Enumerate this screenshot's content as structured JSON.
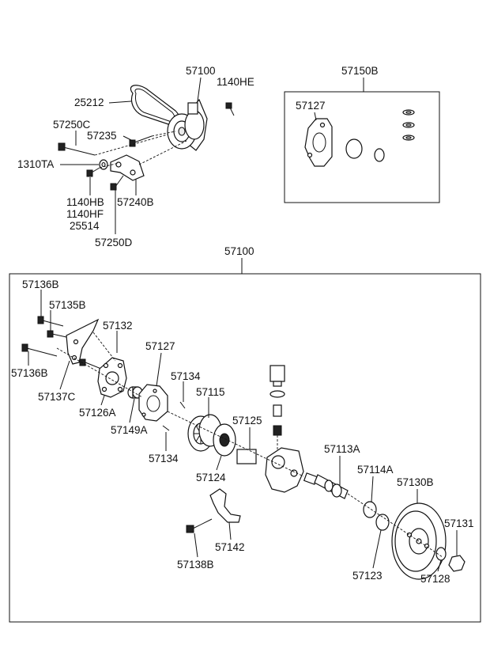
{
  "labels": {
    "top_57100": "57100",
    "top_1140HE": "1140HE",
    "top_25212": "25212",
    "top_57250C": "57250C",
    "top_57235": "57235",
    "top_1310TA": "1310TA",
    "top_1140HB": "1140HB",
    "top_1140HF": "1140HF",
    "top_25514": "25514",
    "top_57240B": "57240B",
    "top_57250D": "57250D",
    "kit_57150B": "57150B",
    "kit_57127": "57127",
    "box_57100": "57100",
    "p_57136B_a": "57136B",
    "p_57135B": "57135B",
    "p_57132": "57132",
    "p_57136B_b": "57136B",
    "p_57137C": "57137C",
    "p_57126A": "57126A",
    "p_57127": "57127",
    "p_57149A": "57149A",
    "p_57134_a": "57134",
    "p_57134_b": "57134",
    "p_57115": "57115",
    "p_57125": "57125",
    "p_57124": "57124",
    "p_57113A": "57113A",
    "p_57114A": "57114A",
    "p_57130B": "57130B",
    "p_57131": "57131",
    "p_57142": "57142",
    "p_57138B": "57138B",
    "p_57123": "57123",
    "p_57128": "57128"
  }
}
